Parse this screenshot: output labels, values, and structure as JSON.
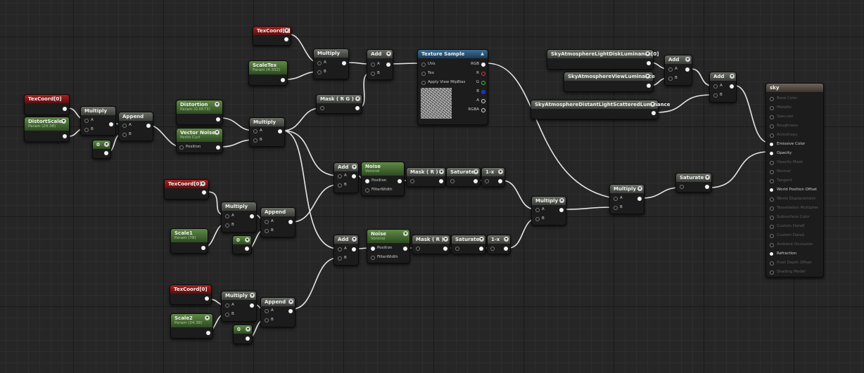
{
  "nodes": {
    "texcoord_a": {
      "title": "TexCoord[0]"
    },
    "distort_scale": {
      "title": "DistortScale",
      "subtitle": "Param (24.38)"
    },
    "multiply_a": {
      "title": "Multiply",
      "pin_a": "A",
      "pin_b": "B"
    },
    "const_a": {
      "title": "0"
    },
    "append_a": {
      "title": "Append",
      "pin_a": "A",
      "pin_b": "B"
    },
    "distortion": {
      "title": "Distortion",
      "subtitle": "Param (0.0573)"
    },
    "vector_noise": {
      "title": "Vector Noise",
      "subtitle": "Perlin Curl",
      "pin": "Position"
    },
    "multiply_b": {
      "title": "Multiply",
      "pin_a": "A",
      "pin_b": "B"
    },
    "texcoord_b": {
      "title": "TexCoord[0]"
    },
    "scale_tex": {
      "title": "ScaleTex",
      "subtitle": "Param (4.332)"
    },
    "multiply_c": {
      "title": "Multiply",
      "pin_a": "A",
      "pin_b": "B"
    },
    "add_a": {
      "title": "Add",
      "pin_a": "A",
      "pin_b": "B"
    },
    "mask_rg": {
      "title": "Mask ( R G )"
    },
    "texture_sample": {
      "title": "Texture Sample",
      "pins": [
        "UVs",
        "Tex",
        "Apply View MipBias"
      ],
      "outputs": [
        "RGB",
        "R",
        "G",
        "B",
        "A",
        "RGBA"
      ]
    },
    "sky_disk": {
      "title": "SkyAtmosphereLightDiskLuminance[0]"
    },
    "sky_view": {
      "title": "SkyAtmosphereViewLuminance"
    },
    "sky_distant": {
      "title": "SkyAtmosphereDistantLightScatteredLuminance"
    },
    "add_b": {
      "title": "Add",
      "pin_a": "A",
      "pin_b": "B"
    },
    "add_c": {
      "title": "Add",
      "pin_a": "A",
      "pin_b": "B"
    },
    "texcoord_c": {
      "title": "TexCoord[0]"
    },
    "scale1": {
      "title": "Scale1",
      "subtitle": "Param (78)"
    },
    "multiply_d": {
      "title": "Multiply",
      "pin_a": "A",
      "pin_b": "B"
    },
    "const_b": {
      "title": "0"
    },
    "append_b": {
      "title": "Append",
      "pin_a": "A",
      "pin_b": "B"
    },
    "add_d": {
      "title": "Add",
      "pin_a": "A",
      "pin_b": "B"
    },
    "noise_a": {
      "title": "Noise",
      "subtitle": "Voronoi",
      "pin_a": "Position",
      "pin_b": "FilterWidth"
    },
    "mask_r_a": {
      "title": "Mask ( R )"
    },
    "saturate_a": {
      "title": "Saturate"
    },
    "oneminus_a": {
      "title": "1-x"
    },
    "multiply_e": {
      "title": "Multiply",
      "pin_a": "A",
      "pin_b": "B"
    },
    "multiply_f": {
      "title": "Multiply",
      "pin_a": "A",
      "pin_b": "B"
    },
    "saturate_c": {
      "title": "Saturate"
    },
    "texcoord_d": {
      "title": "TexCoord[0]"
    },
    "scale2": {
      "title": "Scale2",
      "subtitle": "Param (24.38)"
    },
    "multiply_g": {
      "title": "Multiply",
      "pin_a": "A",
      "pin_b": "B"
    },
    "const_c": {
      "title": "0"
    },
    "append_c": {
      "title": "Append",
      "pin_a": "A",
      "pin_b": "B"
    },
    "add_e": {
      "title": "Add",
      "pin_a": "A",
      "pin_b": "B"
    },
    "noise_b": {
      "title": "Noise",
      "subtitle": "Voronoi",
      "pin_a": "Position",
      "pin_b": "FilterWidth"
    },
    "mask_r_b": {
      "title": "Mask ( R )"
    },
    "saturate_b": {
      "title": "Saturate"
    },
    "oneminus_b": {
      "title": "1-x"
    }
  },
  "output_node": {
    "title": "sky",
    "pins": [
      "Base Color",
      "Metallic",
      "Specular",
      "Roughness",
      "Anisotropy",
      "Emissive Color",
      "Opacity",
      "Opacity Mask",
      "Normal",
      "Tangent",
      "World Position Offset",
      "World Displacement",
      "Tessellation Multiplier",
      "Subsurface Color",
      "Custom Data0",
      "Custom Data1",
      "Ambient Occlusion",
      "Refraction",
      "Pixel Depth Offset",
      "Shading Model"
    ],
    "active_pins": [
      5,
      6,
      10,
      17
    ]
  },
  "colors": {
    "background": "#262626",
    "wire": "#e6e6e6",
    "header_grey": "#5a5e57",
    "header_red": "#8e1c1b",
    "header_green": "#4f7a3a",
    "header_blue": "#2f6088",
    "header_output": "#5e564c"
  }
}
